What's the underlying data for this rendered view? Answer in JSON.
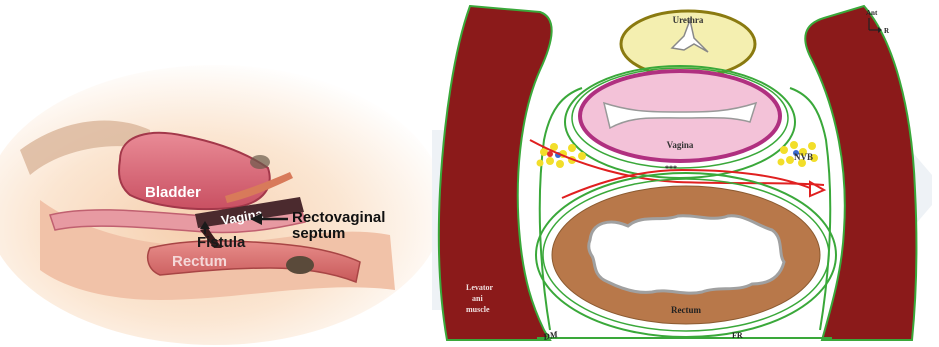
{
  "left_diagram": {
    "labels": {
      "bladder": "Bladder",
      "vagina": "Vagina",
      "rectum": "Rectum",
      "fistula": "Fistula",
      "septum_line1": "Rectovaginal",
      "septum_line2": "septum"
    }
  },
  "right_diagram": {
    "orientation": {
      "anterior": "Ant",
      "right": "R"
    },
    "labels": {
      "urethra": "Urethra",
      "vagina": "Vagina",
      "nvb": "NVB",
      "rectum": "Rectum",
      "levator_line1": "Levator",
      "levator_line2": "ani",
      "levator_line3": "muscle",
      "dm": "DM",
      "fr": "FR",
      "marker": "***"
    }
  },
  "colors": {
    "muscle": "#8b1a1a",
    "fascia_green": "#3aa83a",
    "urethra_fill": "#f4efb0",
    "vagina_wall": "#b03080",
    "vagina_fill": "#f3c2d8",
    "rectum_wall": "#b8784a",
    "arrow_red": "#e02020",
    "fat_yellow": "#f2de2a"
  }
}
